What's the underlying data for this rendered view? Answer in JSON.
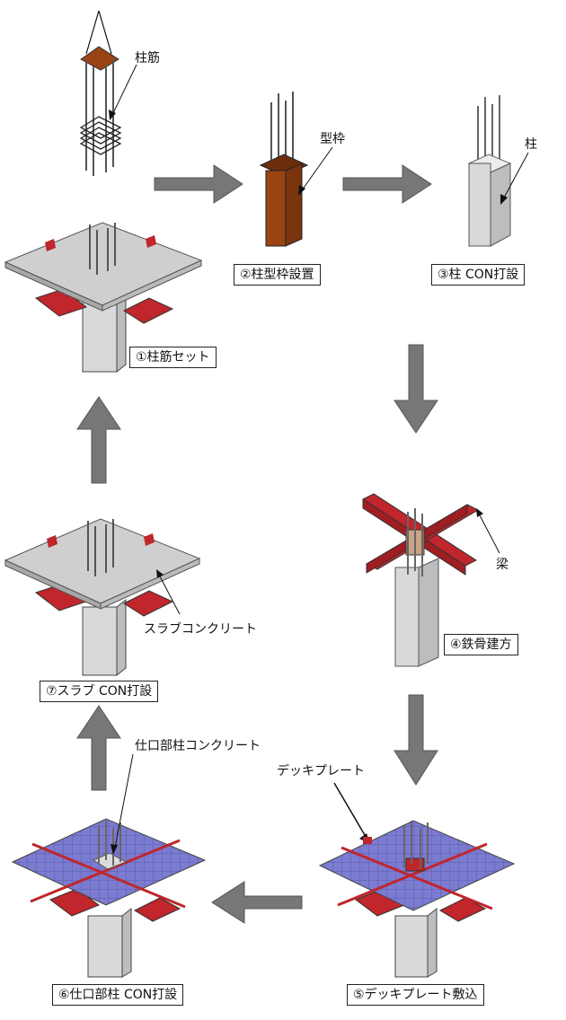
{
  "steps": {
    "s1": "①柱筋セット",
    "s2": "②柱型枠設置",
    "s3": "③柱 CON打設",
    "s4": "④鉄骨建方",
    "s5": "⑤デッキプレート敷込",
    "s6": "⑥仕口部柱 CON打設",
    "s7": "⑦スラブ CON打設"
  },
  "labels": {
    "rebar": "柱筋",
    "formwork": "型枠",
    "column": "柱",
    "beam": "梁",
    "deck": "デッキプレート",
    "joint_concrete": "仕口部柱コンクリート",
    "slab_concrete": "スラブコンクリート"
  },
  "colors": {
    "steel": "#c0262b",
    "formwork": "#9a4413",
    "slab": "#cfcfcf",
    "deck": "#7b7bd0",
    "concrete": "#d9d9d9",
    "arrow": "#777777"
  }
}
